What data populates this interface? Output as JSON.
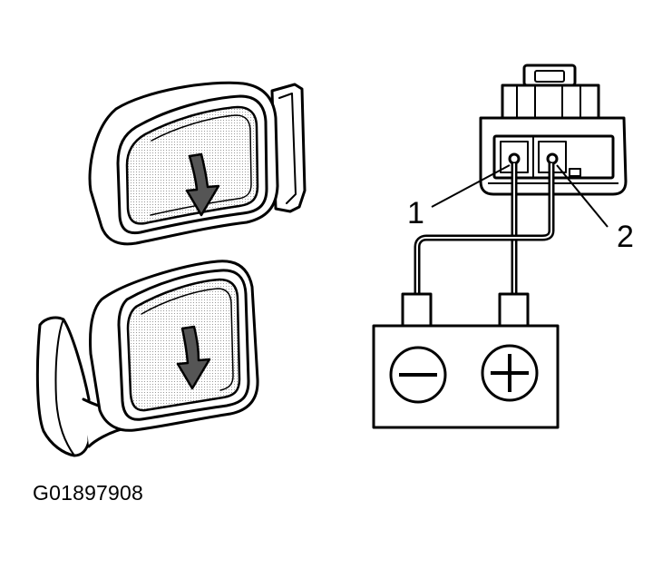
{
  "figure": {
    "caption_code": "G01897908",
    "callouts": [
      {
        "id": "1",
        "text": "1"
      },
      {
        "id": "2",
        "text": "2"
      }
    ],
    "battery": {
      "negative_symbol": "minus-symbol",
      "positive_symbol": "plus-symbol"
    },
    "colors": {
      "ink": "#000000",
      "paper": "#ffffff",
      "arrow_fill": "#555555",
      "hatch": "#9a9a9a"
    }
  }
}
